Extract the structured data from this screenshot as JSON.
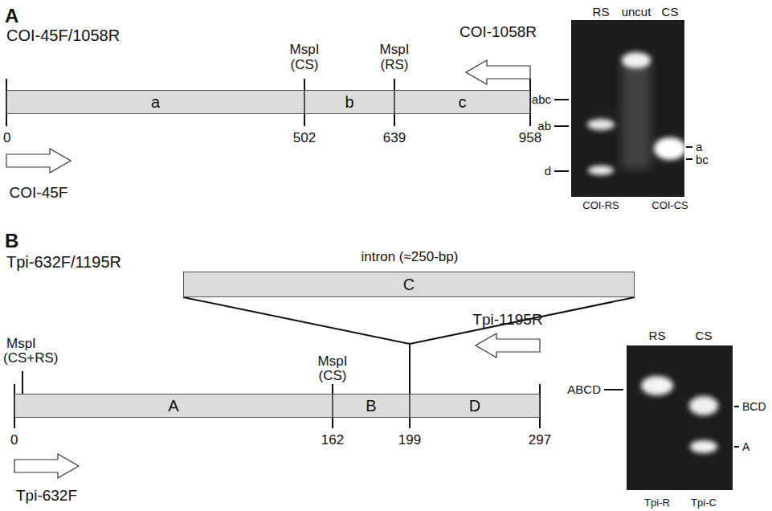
{
  "diagram": {
    "nodes": [
      {
        "text": [
          "a"
        ]
      },
      {
        "text": [
          "b"
        ]
      },
      {
        "text": [
          "c"
        ]
      },
      {
        "text": [
          "C"
        ]
      },
      {
        "text": [
          "A"
        ]
      },
      {
        "text": [
          "B"
        ]
      },
      {
        "text": [
          "D"
        ]
      }
    ],
    "edges": [],
    "labels": [
      "A",
      "COI-45F/1058R",
      "MspI",
      "(CS)",
      "MspI",
      "(RS)",
      "COI-1058R",
      "0",
      "502",
      "639",
      "958",
      "COI-45F",
      "RS",
      "uncut",
      "CS",
      "abc",
      "ab",
      "d",
      "a",
      "bc",
      "COI-RS",
      "COI-CS",
      "B",
      "Tpi-632F/1195R",
      "intron (≈250-bp)",
      "MspI",
      "(CS+RS)",
      "MspI",
      "(CS)",
      "Tpi-1195R",
      "0",
      "162",
      "199",
      "297",
      "Tpi-632F",
      "RS",
      "CS",
      "ABCD",
      "BCD",
      "A",
      "Tpi-R",
      "Tpi-C"
    ]
  }
}
